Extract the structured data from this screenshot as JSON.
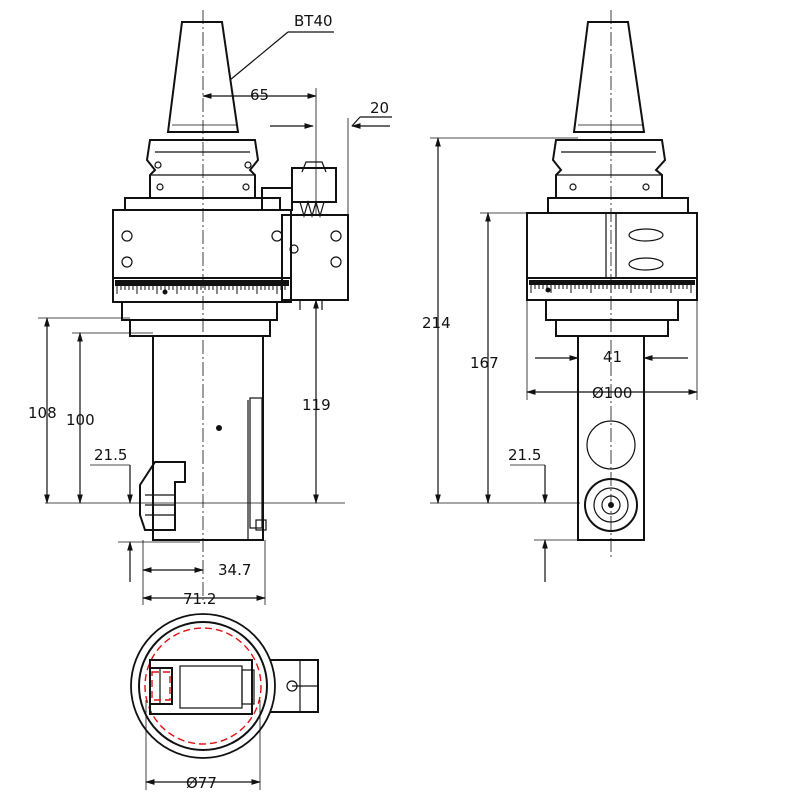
{
  "labels": {
    "taper": "BT40",
    "d65": "65",
    "d20": "20",
    "d108": "108",
    "d100": "100",
    "d119": "119",
    "d21_5_left": "21.5",
    "d34_7": "34.7",
    "d71_2": "71.2",
    "d214": "214",
    "d167": "167",
    "d41": "41",
    "d100dia": "Ø100",
    "d21_5_right": "21.5",
    "d77dia": "Ø77"
  }
}
